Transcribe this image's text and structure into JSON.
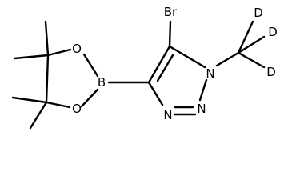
{
  "molecule": {
    "atoms": {
      "Br": "Br",
      "N1": "N",
      "N2": "N",
      "N3": "N",
      "B": "B",
      "O1": "O",
      "O2": "O",
      "D1": "D",
      "D2": "D",
      "D3": "D"
    }
  }
}
